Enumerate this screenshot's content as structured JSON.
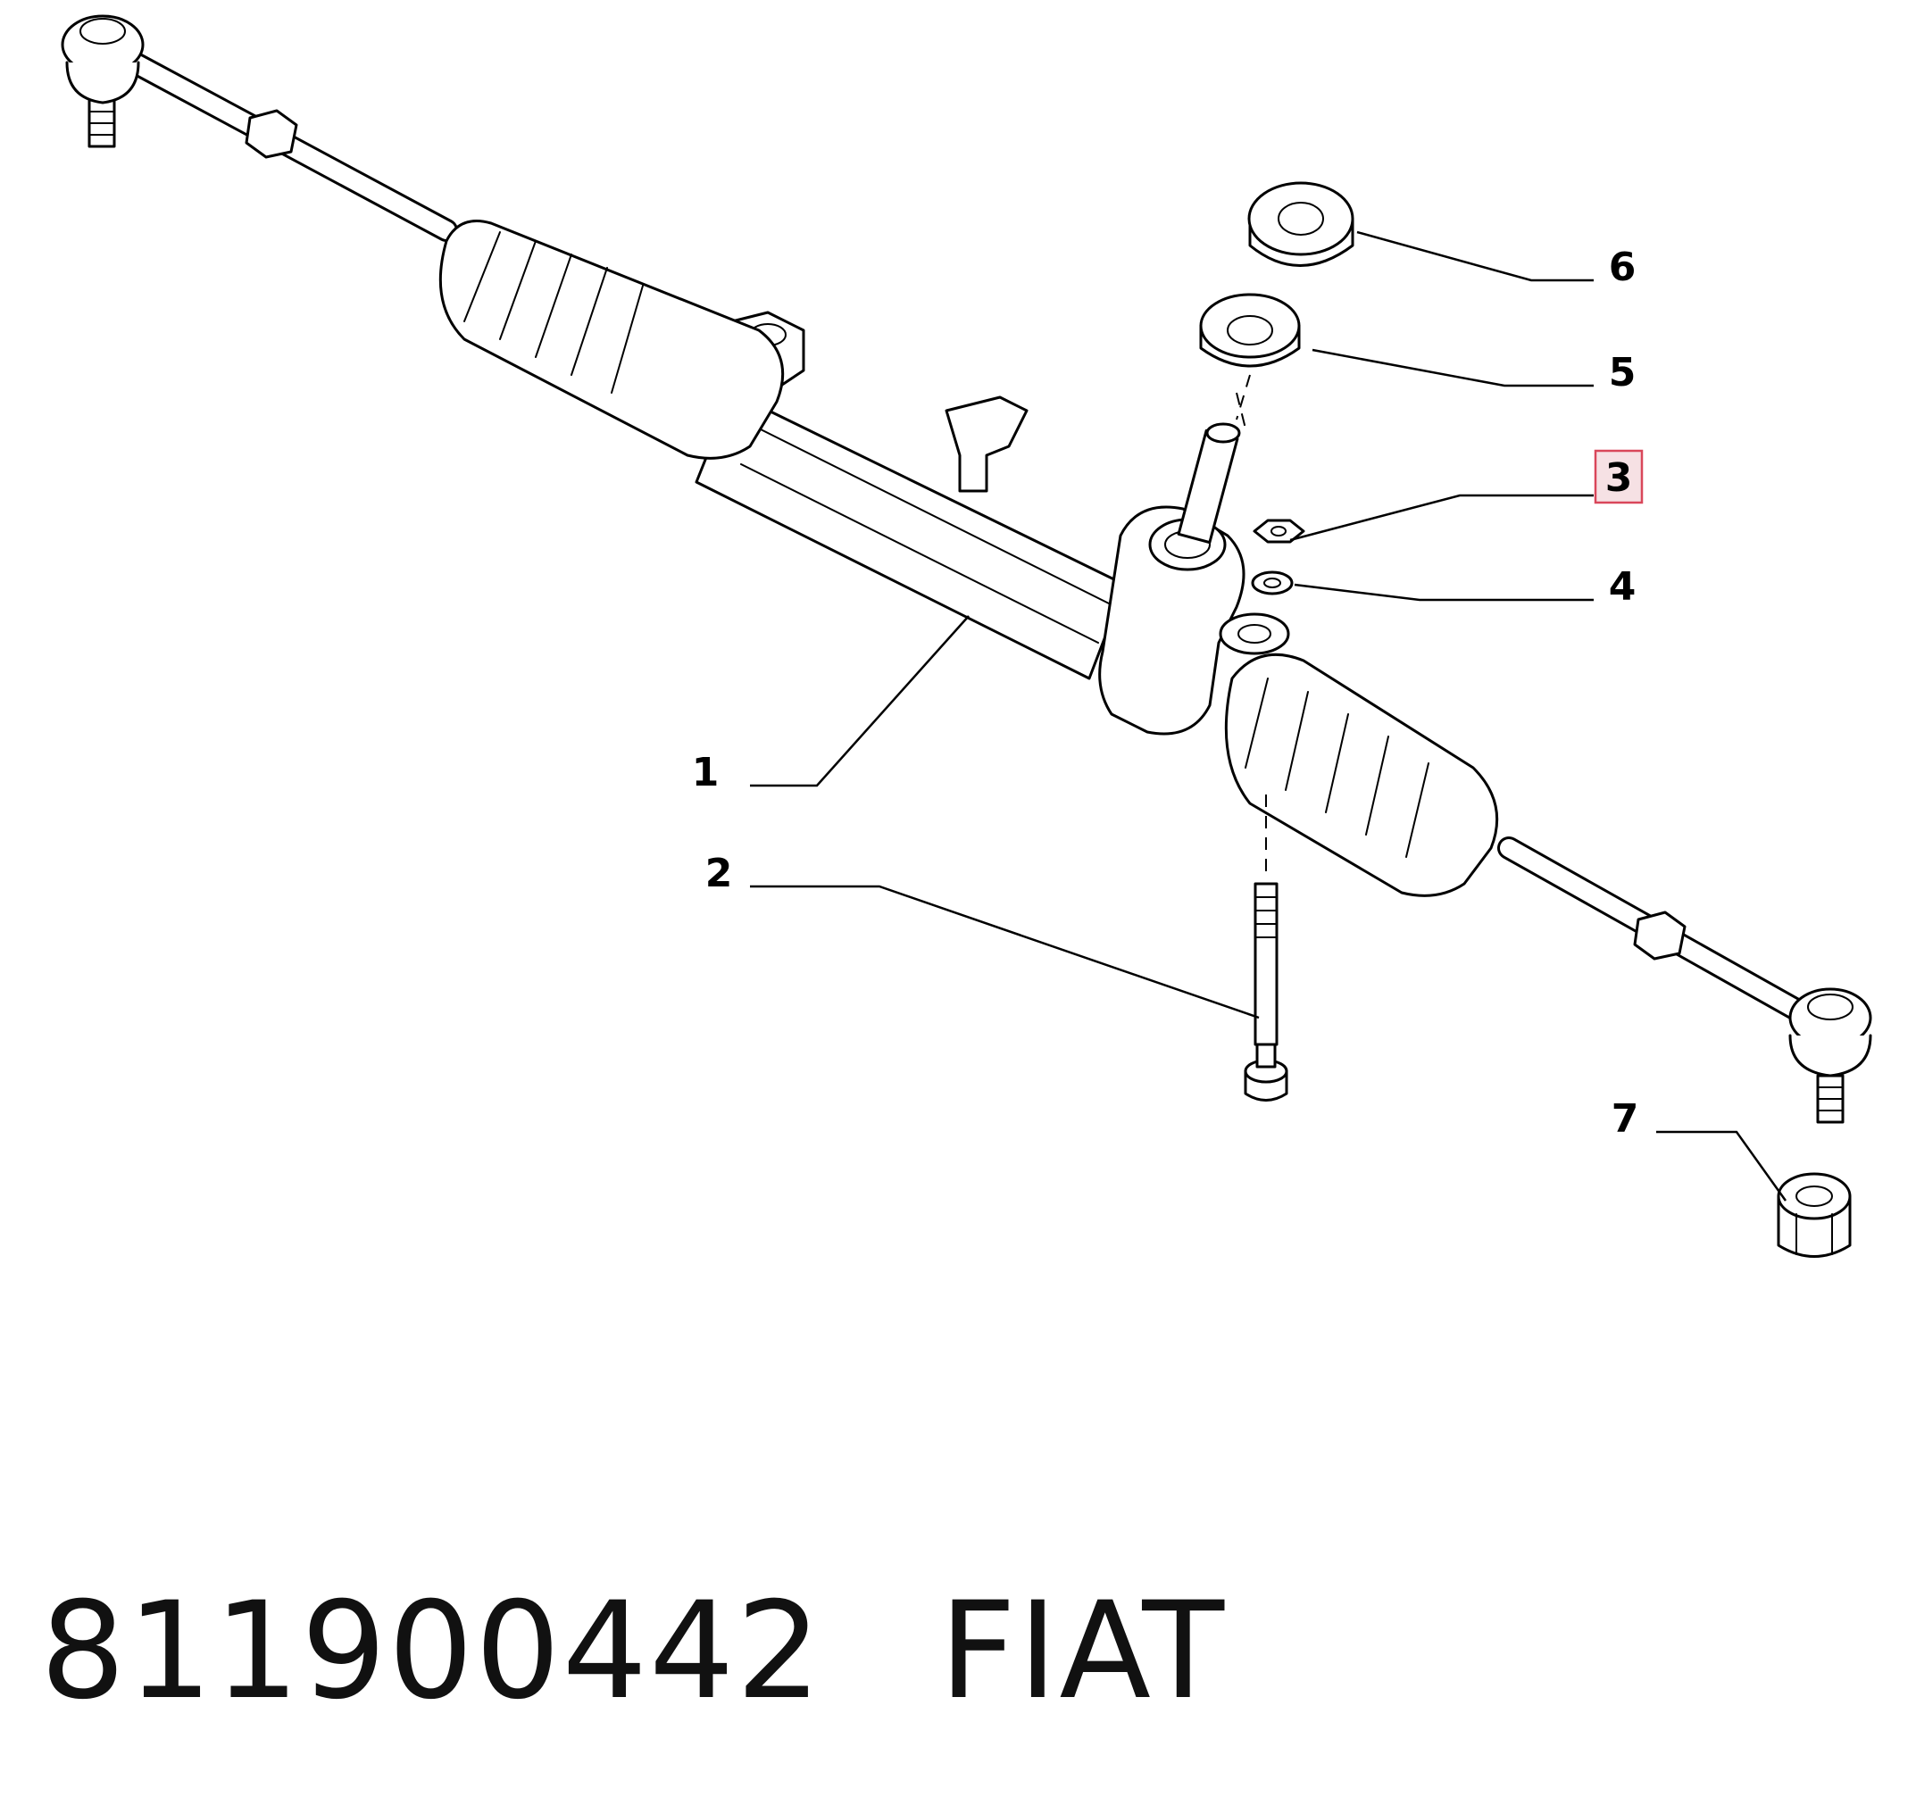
{
  "callouts": [
    "1",
    "2",
    "3",
    "4",
    "5",
    "6",
    "7"
  ],
  "highlighted_callout": "3",
  "highlight_color": "#d9475a",
  "highlight_fill": "#f6e1e4",
  "caption": {
    "part_number": "811900442",
    "brand": "FIAT"
  }
}
